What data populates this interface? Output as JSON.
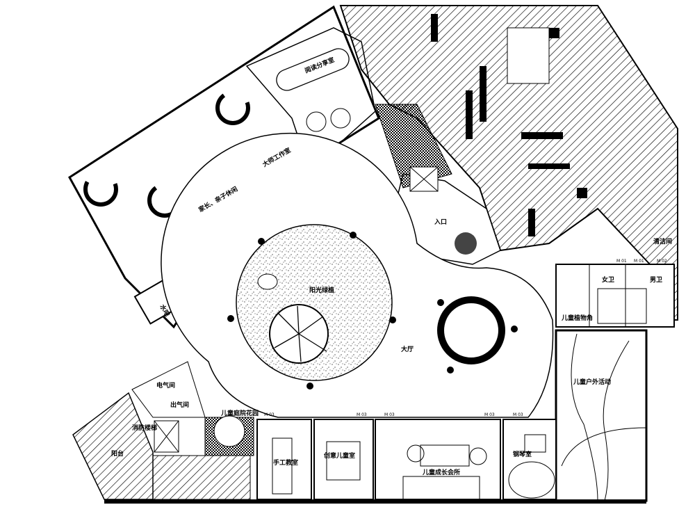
{
  "title": "儿童成长中心平面布置图",
  "rooms": {
    "reading_room": "阅读分享室",
    "master_studio": "大师工作室",
    "parent_lounge": "家长、亲子休闲",
    "entrance": "入口",
    "lobby": "大厅",
    "sunlight_garden": "阳光绿植",
    "water_bar": "水吧",
    "outdoor_play": "儿童户外活动",
    "female_wc": "女卫",
    "male_wc": "男卫",
    "cleaning": "清洁间",
    "plant_corner": "儿童植物角",
    "electrical": "电气间",
    "exhaust": "出气间",
    "fire_stair": "消防楼梯",
    "courtyard_garden": "儿童庭院花园",
    "craft_room": "手工教室",
    "creative_room": "创意儿童室",
    "club": "儿童成长会所",
    "piano_room": "钢琴室",
    "balcony": "阳台"
  },
  "door_tags": [
    "M 03",
    "M 03",
    "M 03",
    "M 03",
    "M 03",
    "M 01",
    "M 01",
    "M 02"
  ],
  "colors": {
    "line": "#000000",
    "paper": "#ffffff"
  }
}
